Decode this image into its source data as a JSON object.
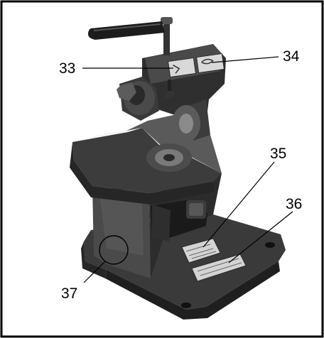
{
  "callouts": {
    "c33": "33",
    "c34": "34",
    "c35": "35",
    "c36": "36",
    "c37": "37"
  },
  "colors": {
    "frame": "#000000",
    "casting_dark": "#2a2a2a",
    "casting_mid": "#4a4a4a",
    "casting_light": "#6e6e6e",
    "label": "#d9d9d9"
  }
}
